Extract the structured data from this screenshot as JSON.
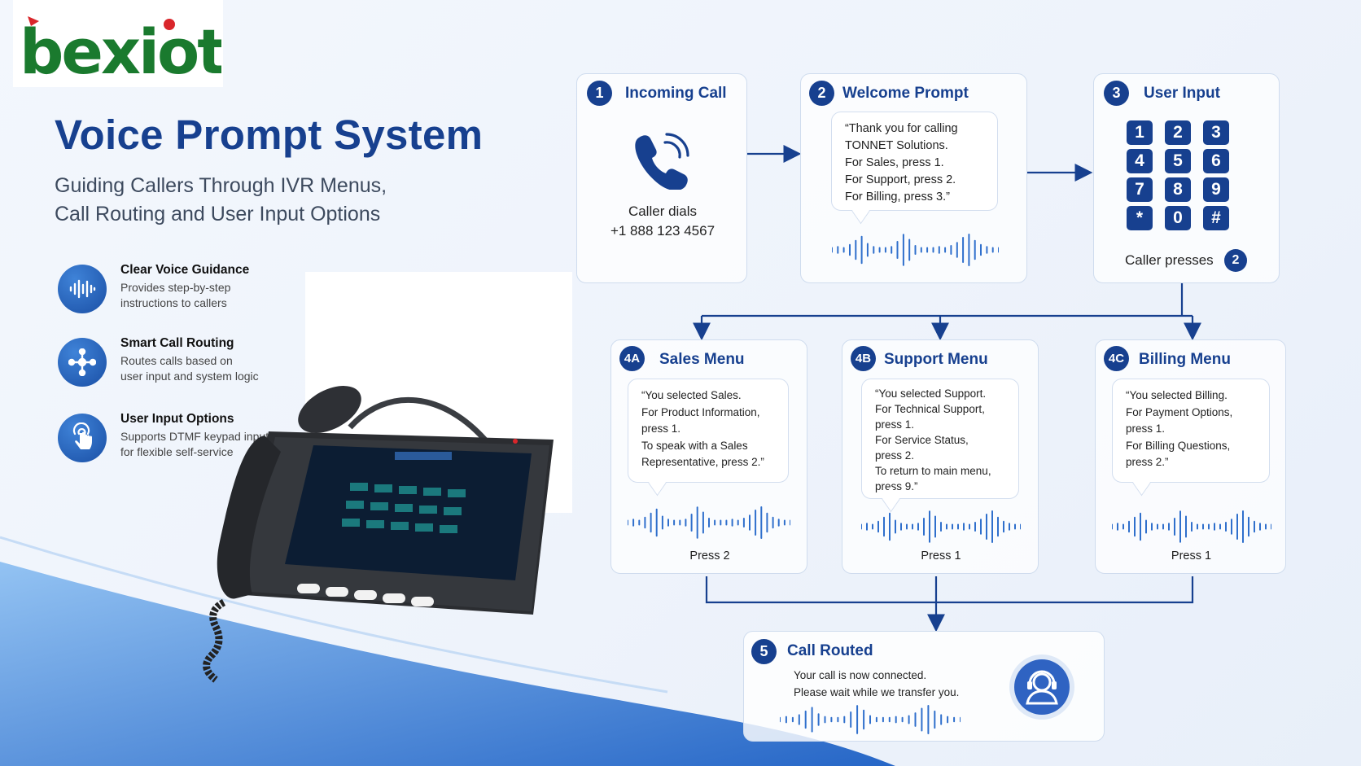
{
  "brand": {
    "logo_text": "bexiot"
  },
  "header": {
    "title": "Voice Prompt System",
    "subtitle_line1": "Guiding Callers Through IVR Menus,",
    "subtitle_line2": "Call Routing and User Input Options"
  },
  "features": [
    {
      "title": "Clear Voice Guidance",
      "desc1": "Provides step-by-step",
      "desc2": "instructions to callers",
      "icon": "waveform-icon"
    },
    {
      "title": "Smart Call Routing",
      "desc1": "Routes calls based on",
      "desc2": "user input and system logic",
      "icon": "routing-icon"
    },
    {
      "title": "User Input Options",
      "desc1": "Supports DTMF keypad input",
      "desc2": "for flexible self-service",
      "icon": "touch-hand-icon"
    }
  ],
  "steps": {
    "incoming": {
      "num": "1",
      "title": "Incoming Call",
      "line1": "Caller dials",
      "line2": "+1 888 123 4567",
      "icon": "phone-ringing-icon"
    },
    "welcome": {
      "num": "2",
      "title": "Welcome Prompt",
      "message": "“Thank you for calling\nTONNET Solutions.\nFor Sales, press 1.\nFor Support, press 2.\nFor Billing, press 3.”"
    },
    "input": {
      "num": "3",
      "title": "User Input",
      "keys": [
        "1",
        "2",
        "3",
        "4",
        "5",
        "6",
        "7",
        "8",
        "9",
        "*",
        "0",
        "#"
      ],
      "caption": "Caller presses",
      "pressed": "2"
    },
    "sales": {
      "num": "4A",
      "title": "Sales Menu",
      "message": "“You selected Sales.\nFor Product Information,\npress 1.\nTo speak with a Sales\nRepresentative, press 2.”",
      "press": "Press 2"
    },
    "support": {
      "num": "4B",
      "title": "Support Menu",
      "message": "“You selected Support.\nFor Technical Support,\npress 1.\nFor Service Status,\npress 2.\nTo return to main menu,\npress 9.”",
      "press": "Press 1"
    },
    "billing": {
      "num": "4C",
      "title": "Billing Menu",
      "message": "“You selected Billing.\nFor Payment Options,\npress 1.\nFor Billing Questions,\npress 2.”",
      "press": "Press 1"
    },
    "routed": {
      "num": "5",
      "title": "Call Routed",
      "line1": "Your call is now connected.",
      "line2": "Please wait while we transfer you.",
      "icon": "agent-headset-icon"
    }
  },
  "colors": {
    "primary": "#17408f",
    "accent": "#2f6fcc",
    "logo_green": "#1a7a2e",
    "logo_red": "#d9262b"
  }
}
